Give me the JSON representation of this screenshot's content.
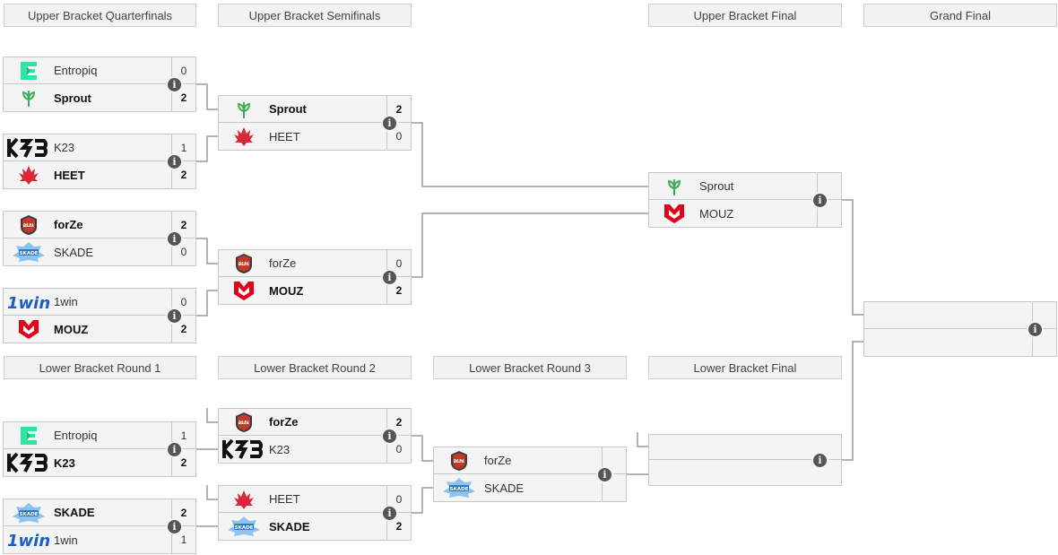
{
  "headers": {
    "ubqf": "Upper Bracket Quarterfinals",
    "ubsf": "Upper Bracket Semifinals",
    "ubf": "Upper Bracket Final",
    "gf": "Grand Final",
    "lbr1": "Lower Bracket Round 1",
    "lbr2": "Lower Bracket Round 2",
    "lbr3": "Lower Bracket Round 3",
    "lbf": "Lower Bracket Final"
  },
  "info_glyph": "i",
  "matches": {
    "ubqf1": {
      "t1": "Entropiq",
      "s1": "0",
      "t2": "Sprout",
      "s2": "2"
    },
    "ubqf2": {
      "t1": "K23",
      "s1": "1",
      "t2": "HEET",
      "s2": "2"
    },
    "ubqf3": {
      "t1": "forZe",
      "s1": "2",
      "t2": "SKADE",
      "s2": "0"
    },
    "ubqf4": {
      "t1": "1win",
      "s1": "0",
      "t2": "MOUZ",
      "s2": "2"
    },
    "ubsf1": {
      "t1": "Sprout",
      "s1": "2",
      "t2": "HEET",
      "s2": "0"
    },
    "ubsf2": {
      "t1": "forZe",
      "s1": "0",
      "t2": "MOUZ",
      "s2": "2"
    },
    "ubf": {
      "t1": "Sprout",
      "s1": "",
      "t2": "MOUZ",
      "s2": ""
    },
    "gf": {
      "t1": "",
      "s1": "",
      "t2": "",
      "s2": ""
    },
    "lbr1a": {
      "t1": "Entropiq",
      "s1": "1",
      "t2": "K23",
      "s2": "2"
    },
    "lbr1b": {
      "t1": "SKADE",
      "s1": "2",
      "t2": "1win",
      "s2": "1"
    },
    "lbr2a": {
      "t1": "forZe",
      "s1": "2",
      "t2": "K23",
      "s2": "0"
    },
    "lbr2b": {
      "t1": "HEET",
      "s1": "0",
      "t2": "SKADE",
      "s2": "2"
    },
    "lbr3": {
      "t1": "forZe",
      "s1": "",
      "t2": "SKADE",
      "s2": ""
    },
    "lbf": {
      "t1": "",
      "s1": "",
      "t2": "",
      "s2": ""
    }
  },
  "colors": {
    "entropiq": "#2ee6a0",
    "sprout": "#3fae5a",
    "heet": "#d8283a",
    "k23": "#111111",
    "forze": "#c0392b",
    "skade": "#4a90d9",
    "onewin": "#1a5fc9",
    "mouz": "#e2001a"
  }
}
